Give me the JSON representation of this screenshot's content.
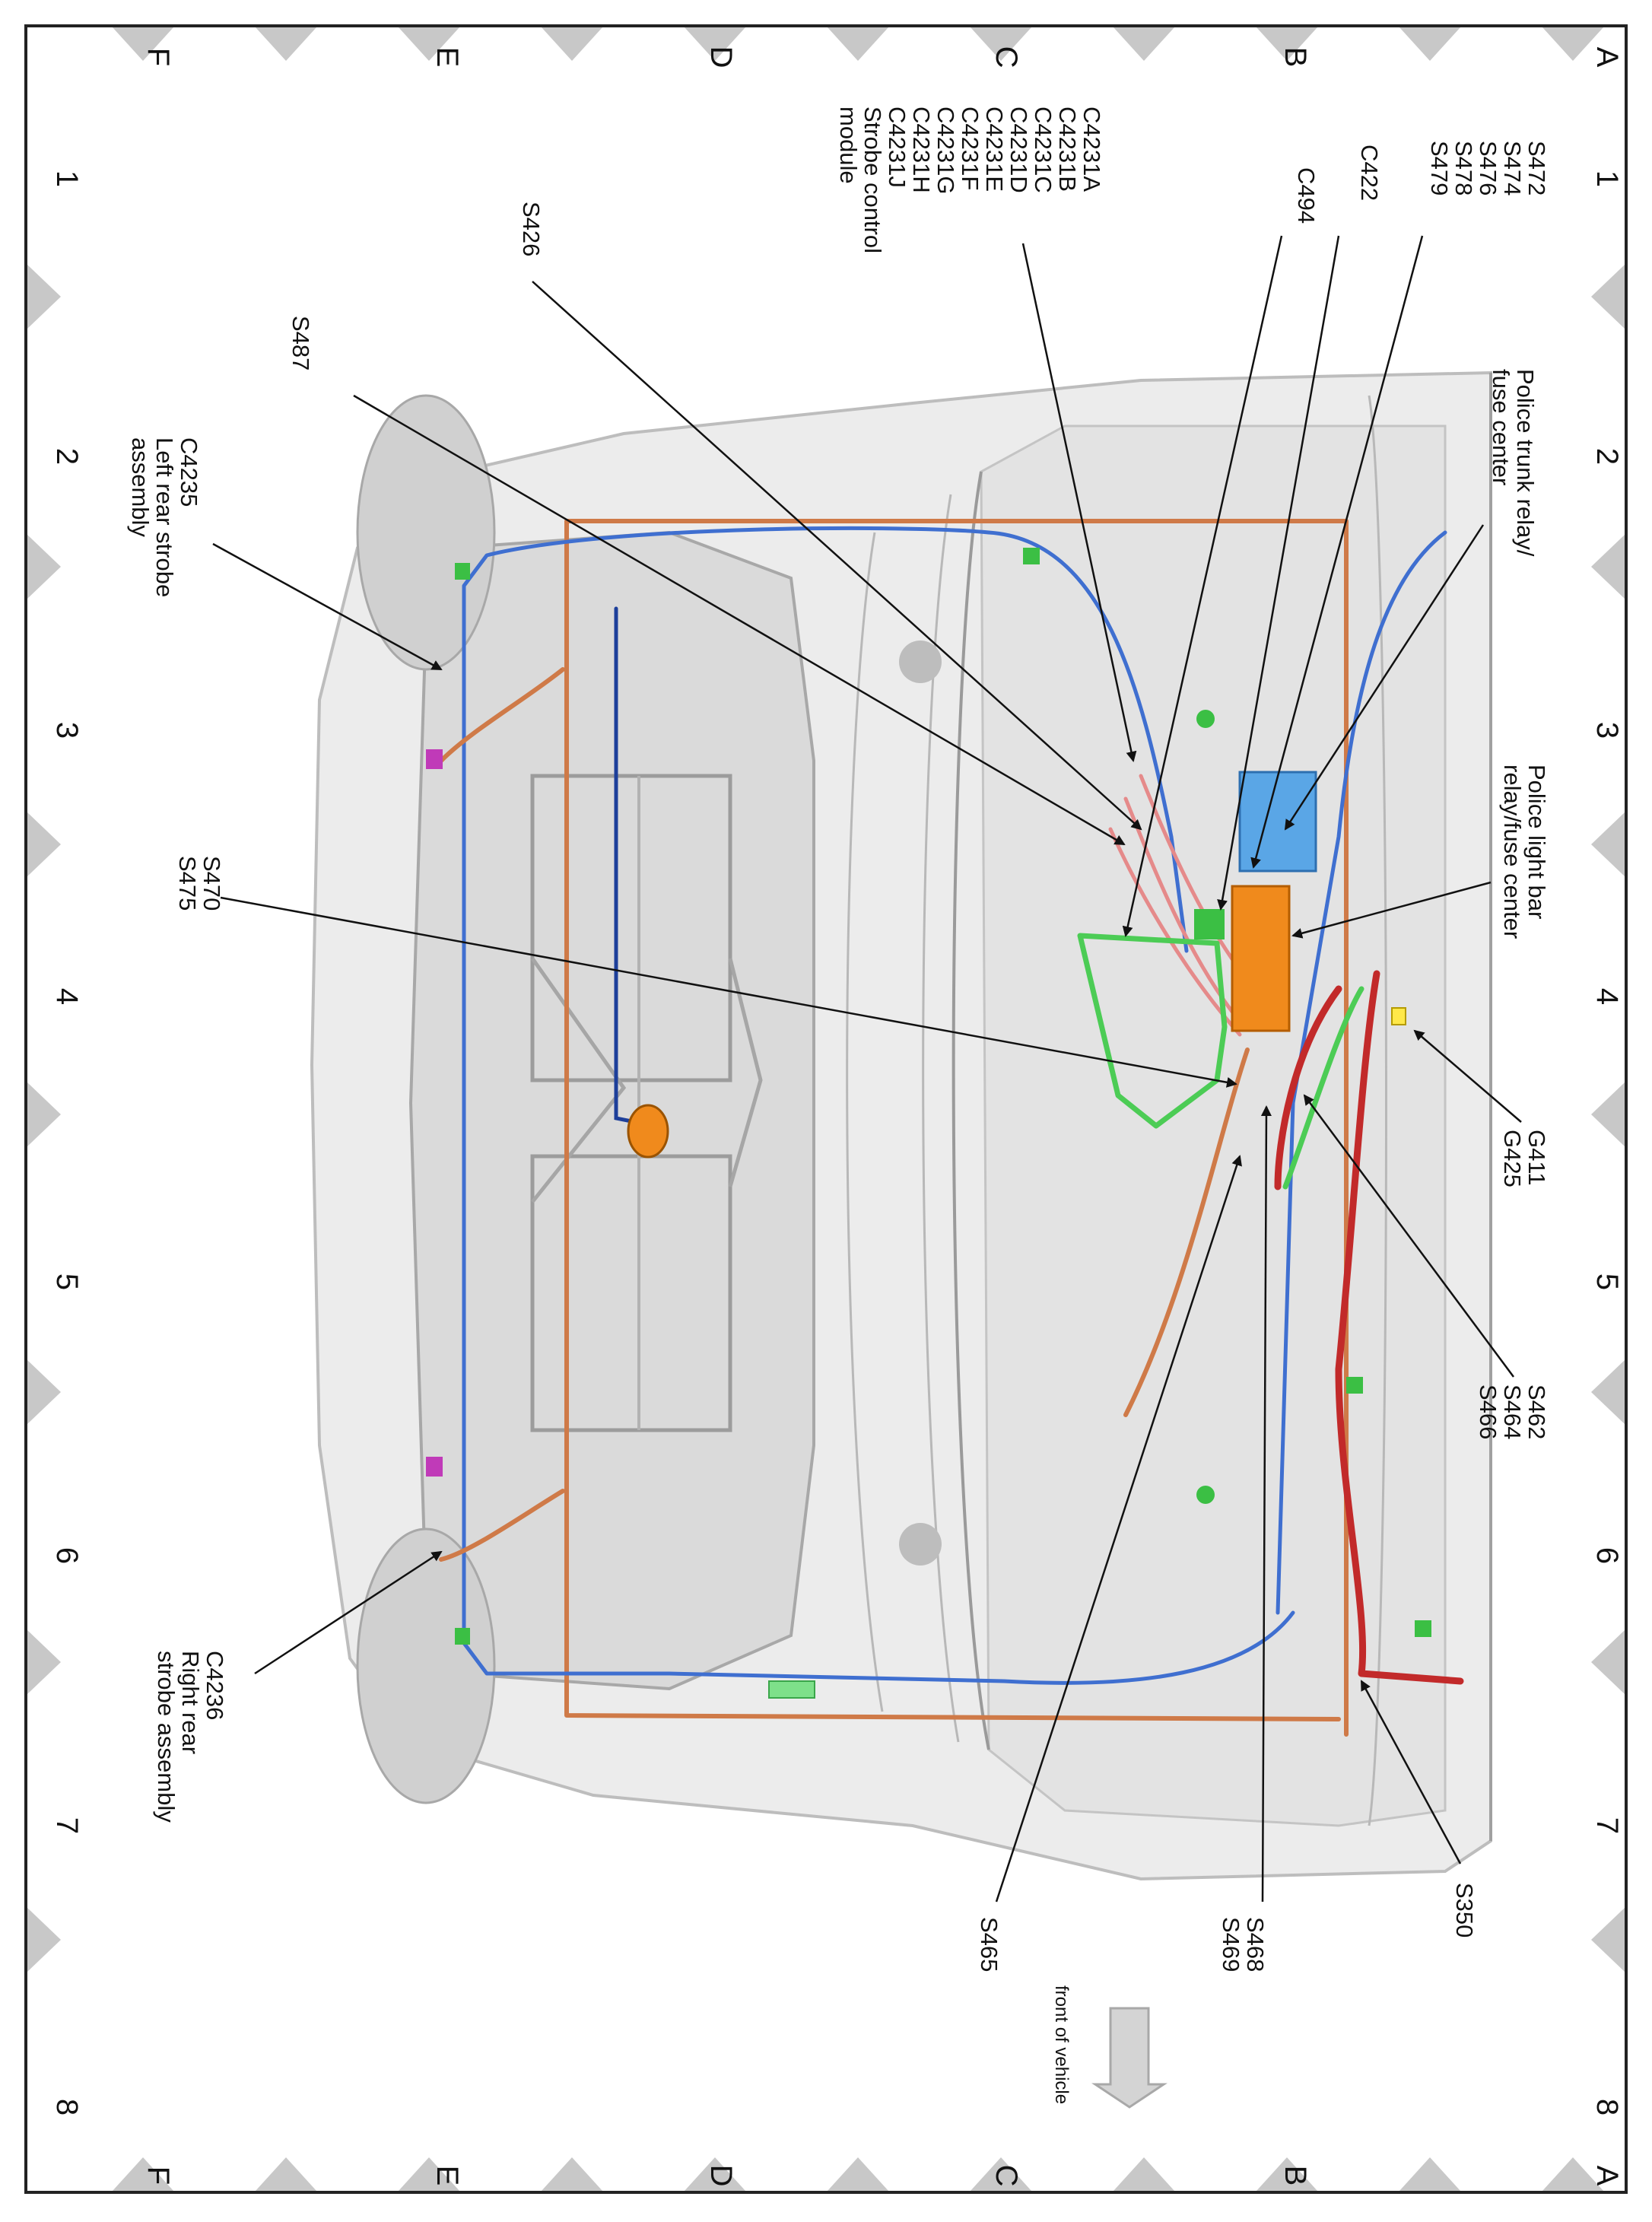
{
  "grid": {
    "left_letters": [
      "A",
      "B",
      "C",
      "D",
      "E",
      "F"
    ],
    "right_letters": [
      "A",
      "B",
      "C",
      "D",
      "E",
      "F"
    ],
    "top_numbers": [
      "1",
      "2",
      "3",
      "4",
      "5",
      "6",
      "7",
      "8"
    ],
    "bottom_numbers": [
      "1",
      "2",
      "3",
      "4",
      "5",
      "6",
      "7",
      "8"
    ]
  },
  "labels": {
    "s472_group": [
      "S472",
      "S474",
      "S476",
      "S478",
      "S479"
    ],
    "c422": "C422",
    "c494": "C494",
    "c4231_group": [
      "C4231A",
      "C4231B",
      "C4231C",
      "C4231D",
      "C4231E",
      "C4231F",
      "C4231G",
      "C4231H",
      "C4231J",
      "Strobe control",
      "module"
    ],
    "s426": "S426",
    "s487": "S487",
    "c4235": [
      "C4235",
      "Left rear strobe",
      "assembly"
    ],
    "police_trunk": [
      "Police trunk relay/",
      "fuse center"
    ],
    "police_light_bar": [
      "Police light bar",
      "relay/fuse center"
    ],
    "s470_group": [
      "S470",
      "S475"
    ],
    "g411_group": [
      "G411",
      "G425"
    ],
    "s462_group": [
      "S462",
      "S464",
      "S466"
    ],
    "c4236": [
      "C4236",
      "Right rear",
      "strobe assembly"
    ],
    "s465": "S465",
    "s468_group": [
      "S468",
      "S469"
    ],
    "s350": "S350",
    "front_of_vehicle": "front of vehicle"
  },
  "colors": {
    "wire_blue": "#3f6fd0",
    "wire_orange": "#cf7a48",
    "wire_red": "#c22a2a",
    "wire_green": "#4ccc55",
    "relay_orange": "#f08a1c",
    "relay_blue": "#5aa6e6",
    "connector_magenta": "#c03ab8",
    "border_triangle": "#c8c8c8"
  }
}
